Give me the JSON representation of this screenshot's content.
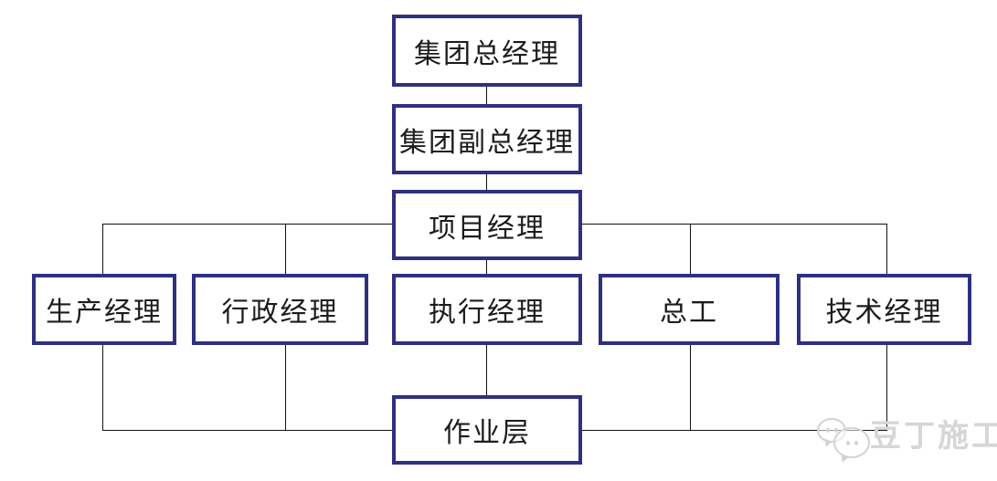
{
  "page": {
    "background": "#ffffff"
  },
  "diagram": {
    "type": "org-chart",
    "nodes": [
      {
        "id": "group-general-manager",
        "label": "集团总经理",
        "level": 1
      },
      {
        "id": "group-deputy-general-manager",
        "label": "集团副总经理",
        "level": 2
      },
      {
        "id": "project-manager",
        "label": "项目经理",
        "level": 3
      },
      {
        "id": "production-manager",
        "label": "生产经理",
        "level": 4
      },
      {
        "id": "administrative-manager",
        "label": "行政经理",
        "level": 4
      },
      {
        "id": "executive-manager",
        "label": "执行经理",
        "level": 4
      },
      {
        "id": "chief-engineer",
        "label": "总工",
        "level": 4
      },
      {
        "id": "technical-manager",
        "label": "技术经理",
        "level": 4
      },
      {
        "id": "operation-layer",
        "label": "作业层",
        "level": 5
      }
    ],
    "edges": [
      {
        "from": "group-general-manager",
        "to": "group-deputy-general-manager"
      },
      {
        "from": "group-deputy-general-manager",
        "to": "project-manager"
      },
      {
        "from": "project-manager",
        "to": "production-manager"
      },
      {
        "from": "project-manager",
        "to": "administrative-manager"
      },
      {
        "from": "project-manager",
        "to": "executive-manager"
      },
      {
        "from": "project-manager",
        "to": "chief-engineer"
      },
      {
        "from": "project-manager",
        "to": "technical-manager"
      },
      {
        "from": "production-manager",
        "to": "operation-layer"
      },
      {
        "from": "administrative-manager",
        "to": "operation-layer"
      },
      {
        "from": "executive-manager",
        "to": "operation-layer"
      },
      {
        "from": "chief-engineer",
        "to": "operation-layer"
      },
      {
        "from": "technical-manager",
        "to": "operation-layer"
      }
    ],
    "colors": {
      "box_border": "#2e3080",
      "connector_line": "#111111",
      "text": "#1c1c1c",
      "background": "#ffffff"
    }
  },
  "watermark": {
    "text": "豆丁施工",
    "icon": "docin-chat-bubbles",
    "color": "#d6d6d6"
  }
}
